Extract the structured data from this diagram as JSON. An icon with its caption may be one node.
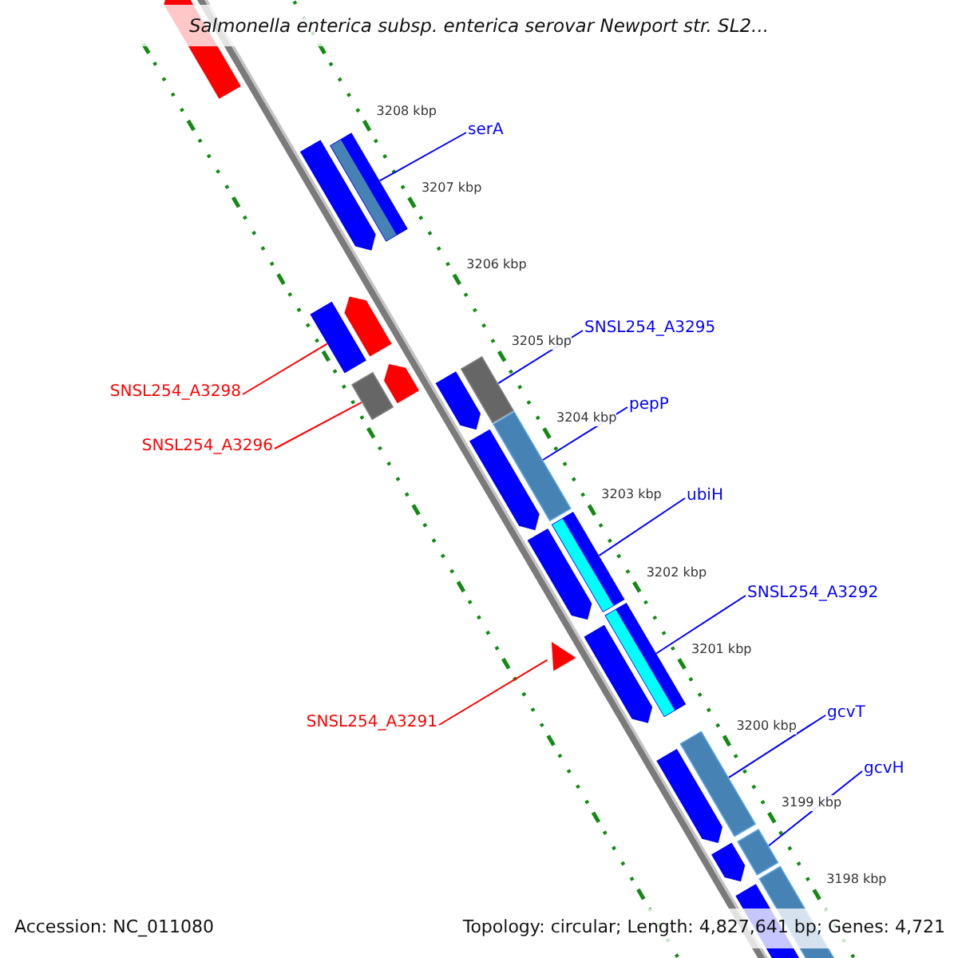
{
  "diagram": {
    "title": "Salmonella enterica subsp. enterica serovar Newport str. SL2...",
    "nodes": [
      {
        "text": [
          "serA"
        ]
      },
      {
        "text": [],
        "shape": "bar"
      },
      {
        "text": [
          "SNSL254_A3295"
        ]
      },
      {
        "text": [],
        "shape": "bar"
      },
      {
        "text": [
          "SNSL254_A3298"
        ]
      },
      {
        "text": [],
        "shape": "bar"
      },
      {
        "text": [
          "pepP"
        ]
      },
      {
        "text": [],
        "shape": "bar"
      },
      {
        "text": [
          "SNSL254_A3296"
        ]
      },
      {
        "text": [],
        "shape": "bar"
      },
      {
        "text": [
          "ubiH"
        ]
      },
      {
        "text": [],
        "shape": "bar"
      },
      {
        "text": [
          "SNSL254_A3292"
        ]
      },
      {
        "text": [],
        "shape": "bar"
      },
      {
        "text": [
          "gcvT"
        ]
      },
      {
        "text": [],
        "shape": "bar"
      },
      {
        "text": [
          "SNSL254_A3291"
        ]
      },
      {
        "text": [],
        "shape": "triangle"
      },
      {
        "text": [
          "gcvH"
        ]
      },
      {
        "text": [],
        "shape": "bar"
      }
    ],
    "edges": [
      {
        "from": 0,
        "to": 1,
        "arrow": "none"
      },
      {
        "from": 2,
        "to": 3,
        "arrow": "none"
      },
      {
        "from": 4,
        "to": 5,
        "arrow": "none",
        "color": "#ff0000"
      },
      {
        "from": 6,
        "to": 7,
        "arrow": "none"
      },
      {
        "from": 8,
        "to": 9,
        "arrow": "none",
        "color": "#ff0000"
      },
      {
        "from": 10,
        "to": 11,
        "arrow": "none"
      },
      {
        "from": 12,
        "to": 13,
        "arrow": "none"
      },
      {
        "from": 14,
        "to": 15,
        "arrow": "none"
      },
      {
        "from": 16,
        "to": 17,
        "arrow": "none",
        "color": "#ff0000"
      },
      {
        "from": 18,
        "to": 19,
        "arrow": "none"
      }
    ],
    "labels": [
      "3208 kbp",
      "3207 kbp",
      "3206 kbp",
      "3205 kbp",
      "3204 kbp",
      "3203 kbp",
      "3202 kbp",
      "3201 kbp",
      "3200 kbp",
      "3199 kbp",
      "3198 kbp",
      "Accession: NC_011080",
      "Topology: circular; Length: 4,827,641 bp; Genes: 4,721"
    ]
  }
}
